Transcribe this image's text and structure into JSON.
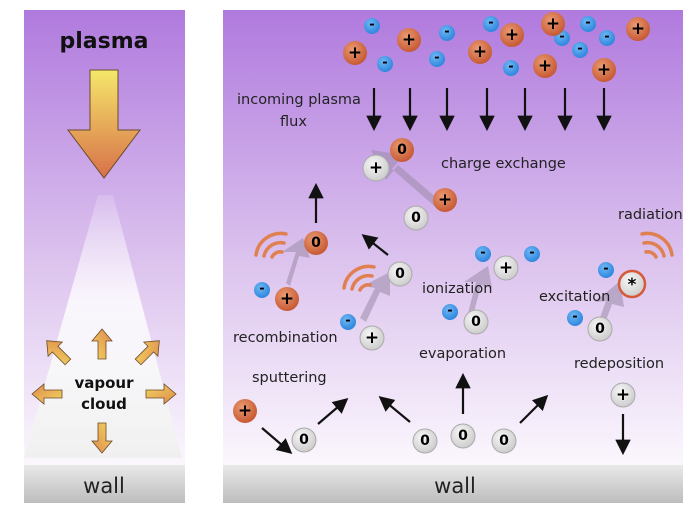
{
  "left_panel": {
    "title": "plasma",
    "cloud_line1": "vapour",
    "cloud_line2": "cloud",
    "wall_label": "wall"
  },
  "right_panel": {
    "wall_label": "wall",
    "labels": {
      "incoming_line1": "incoming plasma",
      "incoming_line2": "flux",
      "charge_exchange": "charge exchange",
      "radiation": "radiation",
      "ionization": "ionization",
      "excitation": "excitation",
      "recombination": "recombination",
      "evaporation": "evaporation",
      "redeposition": "redeposition",
      "sputtering": "sputtering"
    }
  },
  "particle_symbols": {
    "ion": "+",
    "electron": "-",
    "neutral": "0",
    "excited": "*"
  },
  "colors": {
    "ion": "#d9734a",
    "electron": "#3d9be9",
    "neutral": "#e2e2e2",
    "plasma_top": "#b27ae0",
    "wall": "#c8c8c8",
    "arrow_gradient_top": "#f2e56a",
    "arrow_gradient_bottom": "#d9764a"
  }
}
